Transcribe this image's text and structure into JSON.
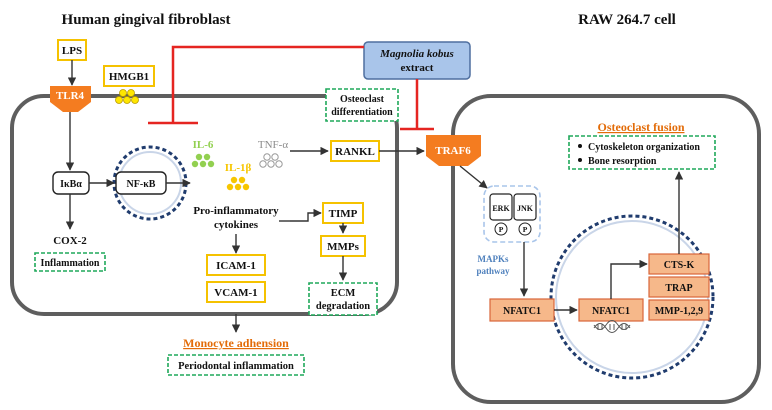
{
  "panels": {
    "left_title": "Human gingival fibroblast",
    "right_title": "RAW 264.7 cell"
  },
  "extract": {
    "name_italic": "Magnolia kobus",
    "name_rest": "extract"
  },
  "labels": {
    "lps": "LPS",
    "hmgb1": "HMGB1",
    "tlr4": "TLR4",
    "ikba": "IκBα",
    "nfkb": "NF-κB",
    "cox2": "COX-2",
    "inflammation": "Inflammation",
    "il6": "IL-6",
    "il1b": "IL-1β",
    "tnfa": "TNF-α",
    "proinflammatory_1": "Pro-inflammatory",
    "proinflammatory_2": "cytokines",
    "icam1": "ICAM-1",
    "vcam1": "VCAM-1",
    "monocyte_adhesion": "Monocyte adhension",
    "periodontal_inflammation": "Periodontal inflammation",
    "timp": "TIMP",
    "mmps": "MMPs",
    "ecm_1": "ECM",
    "ecm_2": "degradation",
    "osteoclast_diff_1": "Osteoclast",
    "osteoclast_diff_2": "differentiation",
    "rankl": "RANKL",
    "traf6": "TRAF6",
    "erk": "ERK",
    "jnk": "JNK",
    "p": "P",
    "mapks_1": "MAPKs",
    "mapks_2": "pathway",
    "nfatc1_cyto": "NFATC1",
    "nfatc1_nuc": "NFATC1",
    "cts_k": "CTS-K",
    "trap": "TRAP",
    "mmp_129": "MMP-1,2,9",
    "osteoclast_fusion": "Osteoclast fusion",
    "cytoskeleton": "Cytoskeleton organization",
    "bone_resorption": "Bone resorption"
  },
  "colors": {
    "yellow_box": "#f5c200",
    "orange": "#f47c20",
    "orange_text": "#e36c09",
    "salmon_fill": "#f6b88a",
    "salmon_stroke": "#d9663a",
    "green_dash": "#1fa85a",
    "inhibit_red": "#e52521",
    "extract_fill": "#a9c5ea",
    "extract_stroke": "#4f6f9f",
    "nucleus_dash": "#203c6e",
    "cell_stroke": "#5e5e5e",
    "il6_green": "#92d050",
    "il1b_yellow": "#f7c600",
    "mapk_blue": "#4f81bd",
    "dot_yellow": "#ffe600"
  }
}
